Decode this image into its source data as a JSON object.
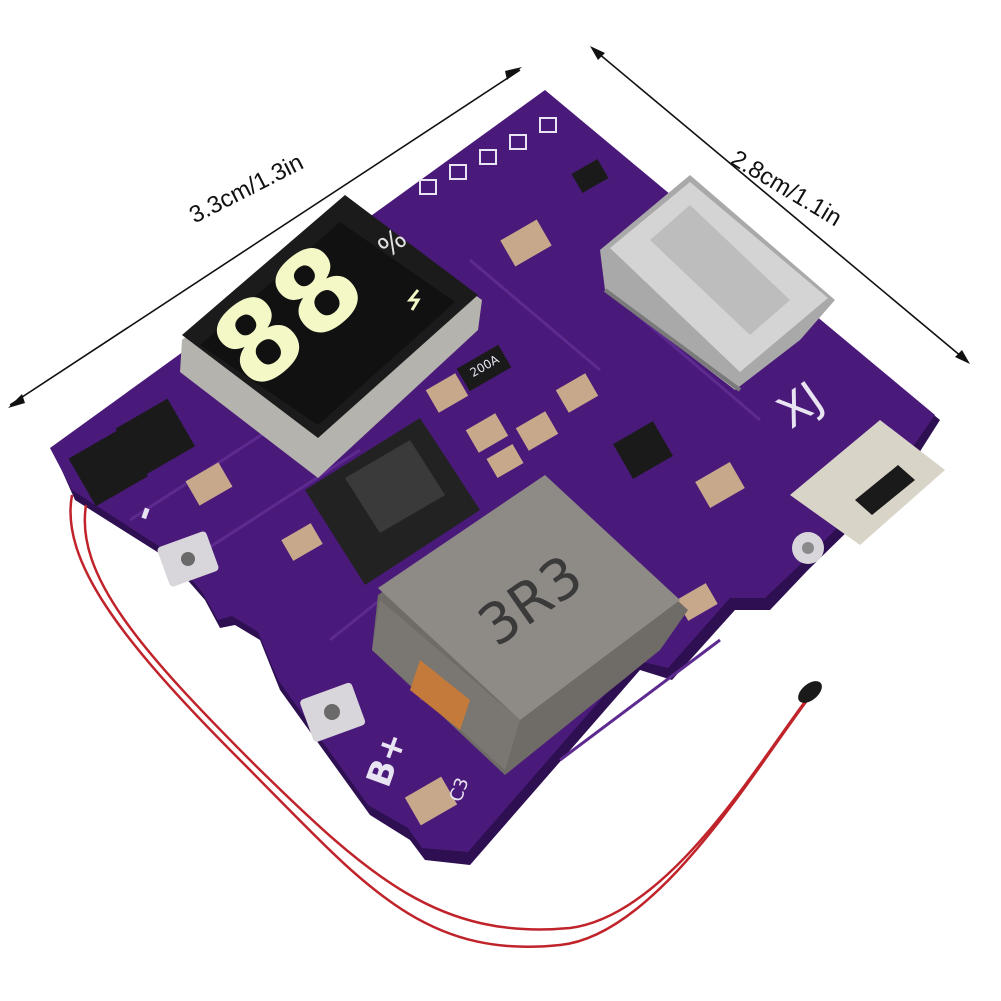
{
  "dimensions": {
    "width_label": "3.3cm/1.3in",
    "depth_label": "2.8cm/1.1in"
  },
  "display": {
    "digits": "88",
    "percent_symbol": "%"
  },
  "board": {
    "brand_marking": "XJ",
    "inductor_marking": "3R3",
    "pad_positive": "B+",
    "pad_negative": "-",
    "cap_label": "C3",
    "chip_marking": "200A"
  },
  "colors": {
    "pcb": "#4a1a7a",
    "pcb_edge": "#2e0f52",
    "silkscreen": "#e9e4f2",
    "display_body": "#1b1b1b",
    "display_digits": "#f4f8c6",
    "inductor": "#8e8a86",
    "wire": "#c0232a",
    "usb_metal": "#c9c9c9"
  }
}
